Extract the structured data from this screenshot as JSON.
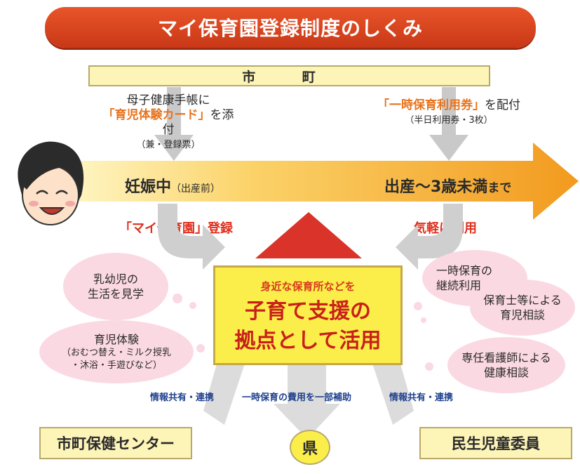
{
  "title": "マイ保育園登録制度のしくみ",
  "city": "市 町",
  "left_note": {
    "line1": "母子健康手帳に",
    "highlight": "「育児体験カード」",
    "line2_suffix": "を添付",
    "sub": "（兼・登録票）"
  },
  "right_note": {
    "highlight": "「一時保育利用券」",
    "suffix": "を配付",
    "sub": "（半日利用券・3枚）"
  },
  "timeline": {
    "left_main": "妊娠中",
    "left_sub": "（出産前）",
    "right_main": "出産～3歳未満",
    "right_sub": "まで"
  },
  "register_label": "「マイ保育園」登録",
  "use_label": "気軽に利用",
  "hub": {
    "sub": "身近な保育所などを",
    "line1": "子育て支援の",
    "line2": "拠点として活用"
  },
  "bubbles": {
    "b1": [
      "乳幼児の",
      "生活を見学"
    ],
    "b2_title": "育児体験",
    "b2_detail": [
      "（おむつ替え・ミルク授乳",
      "・沐浴・手遊びなど）"
    ],
    "b3": [
      "一時保育の",
      "継続利用"
    ],
    "b4": [
      "保育士等による",
      "育児相談"
    ],
    "b5": [
      "専任看護師による",
      "健康相談"
    ]
  },
  "links": {
    "left": "情報共有・連携",
    "center": "一時保育の費用を一部補助",
    "right": "情報共有・連携"
  },
  "bottom": {
    "health_center": "市町保健センター",
    "prefecture": "県",
    "welfare": "民生児童委員"
  }
}
